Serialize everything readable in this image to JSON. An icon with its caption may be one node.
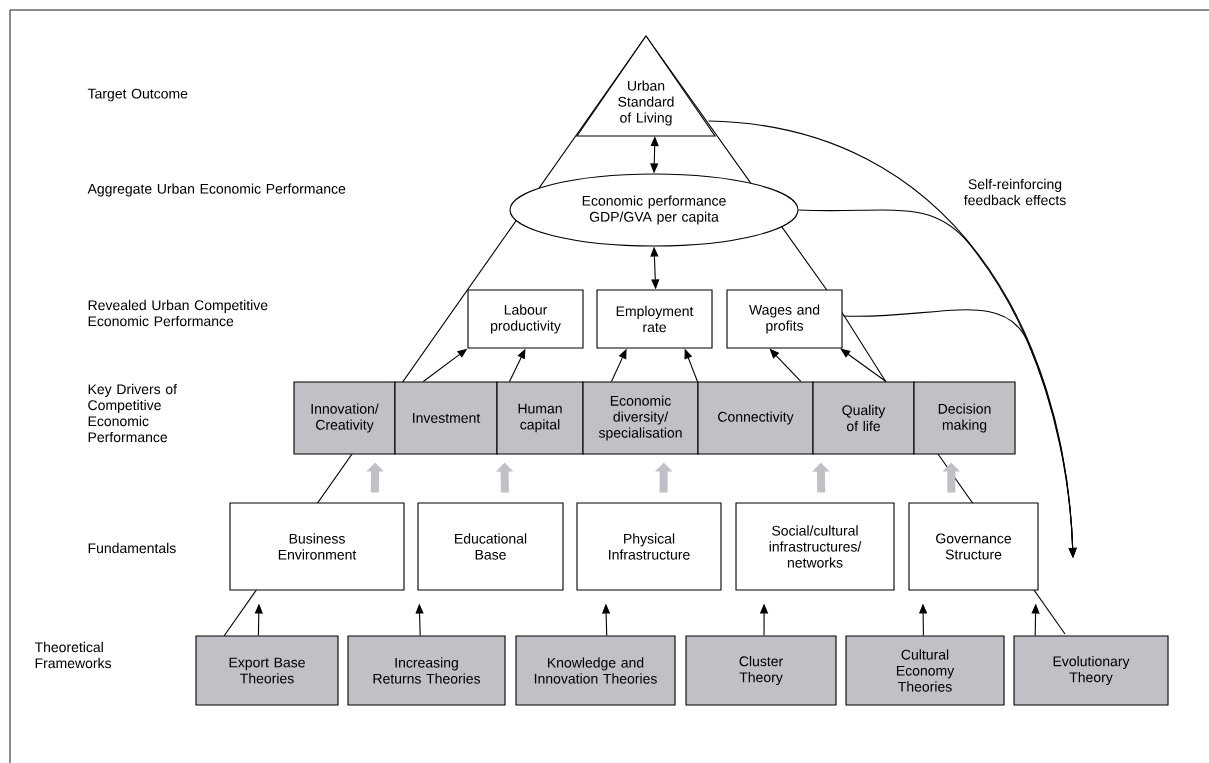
{
  "diagram": {
    "nodes": [
      {
        "text": [
          "Urban Standard of Living"
        ]
      },
      {
        "text": [
          "Economic performance GDP/GVA per capita"
        ]
      },
      {
        "text": [
          "Labour productivity"
        ]
      },
      {
        "text": [
          "Employment rate"
        ]
      },
      {
        "text": [
          "Wages and profits"
        ]
      },
      {
        "text": [
          "Innovation/ Creativity"
        ]
      },
      {
        "text": [
          "Investment"
        ]
      },
      {
        "text": [
          "Human capital"
        ]
      },
      {
        "text": [
          "Economic diversity/ specialisation"
        ]
      },
      {
        "text": [
          "Connectivity"
        ]
      },
      {
        "text": [
          "Quality of life"
        ]
      },
      {
        "text": [
          "Decision making"
        ]
      },
      {
        "text": [
          "Business Environment"
        ]
      },
      {
        "text": [
          "Educational Base"
        ]
      },
      {
        "text": [
          "Physical Infrastructure"
        ]
      },
      {
        "text": [
          "Social/cultural infrastructures/ networks"
        ]
      },
      {
        "text": [
          "Governance Structure"
        ]
      },
      {
        "text": [
          "Export Base Theories"
        ]
      },
      {
        "text": [
          "Increasing Returns Theories"
        ]
      },
      {
        "text": [
          "Knowledge and Innovation Theories"
        ]
      },
      {
        "text": [
          "Cluster Theory"
        ]
      },
      {
        "text": [
          "Cultural Economy Theories"
        ]
      },
      {
        "text": [
          "Evolutionary Theory"
        ]
      }
    ],
    "edges": [
      {
        "from": 0,
        "to": 1,
        "arrow": "both"
      },
      {
        "from": 1,
        "to": 3,
        "arrow": "both"
      },
      {
        "from": 6,
        "to": 2,
        "arrow": "to"
      },
      {
        "from": 7,
        "to": 2,
        "arrow": "to"
      },
      {
        "from": 8,
        "to": 3,
        "arrow": "to"
      },
      {
        "from": 9,
        "to": 3,
        "arrow": "to"
      },
      {
        "from": 9,
        "to": 4,
        "arrow": "to"
      },
      {
        "from": 10,
        "to": 4,
        "arrow": "to"
      },
      {
        "from": 12,
        "to": 5,
        "arrow": "to",
        "style": "thick",
        "color": "#bfc1c6"
      },
      {
        "from": 13,
        "to": 7,
        "arrow": "to",
        "style": "thick",
        "color": "#bfc1c6"
      },
      {
        "from": 14,
        "to": 8,
        "arrow": "to",
        "style": "thick",
        "color": "#bfc1c6"
      },
      {
        "from": 15,
        "to": 10,
        "arrow": "to",
        "style": "thick",
        "color": "#bfc1c6"
      },
      {
        "from": 16,
        "to": 11,
        "arrow": "to",
        "style": "thick",
        "color": "#bfc1c6"
      },
      {
        "from": 17,
        "to": 12,
        "arrow": "to"
      },
      {
        "from": 18,
        "to": 13,
        "arrow": "to"
      },
      {
        "from": 19,
        "to": 14,
        "arrow": "to"
      },
      {
        "from": 20,
        "to": 15,
        "arrow": "to"
      },
      {
        "from": 21,
        "to": 16,
        "arrow": "to"
      },
      {
        "from": 22,
        "to": 16,
        "arrow": "to"
      },
      {
        "from": 0,
        "to": null,
        "arrow": "to",
        "label": "Self-reinforcing feedback effects"
      },
      {
        "from": 1,
        "to": null,
        "arrow": "to"
      },
      {
        "from": 4,
        "to": null,
        "arrow": "to"
      }
    ],
    "labels": [
      "Target Outcome",
      "Aggregate Urban Economic Performance",
      "Revealed Urban Competitive Economic Performance",
      "Key Drivers of Competitive Economic Performance",
      "Fundamentals",
      "Theoretical Frameworks"
    ]
  }
}
